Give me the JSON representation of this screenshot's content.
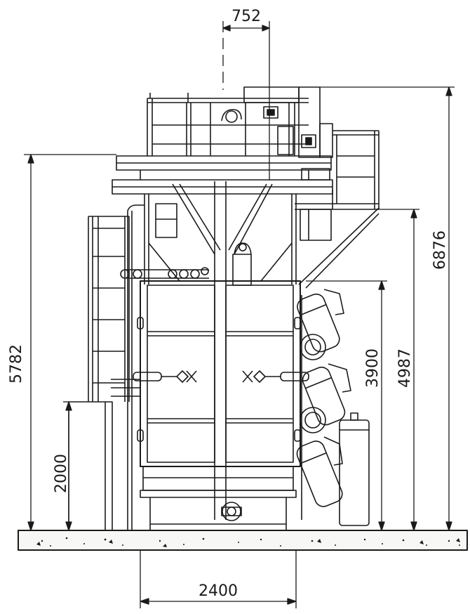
{
  "dimensions": {
    "top_offset": "752",
    "base_width": "2400",
    "total_height_left": "5782",
    "counter_height": "2000",
    "hanger_height": "3900",
    "arm_height": "4987",
    "total_height_right": "6876"
  },
  "colors": {
    "line": "#1a1a1a",
    "ground_fill": "#f7f7f5",
    "background": "#ffffff"
  }
}
